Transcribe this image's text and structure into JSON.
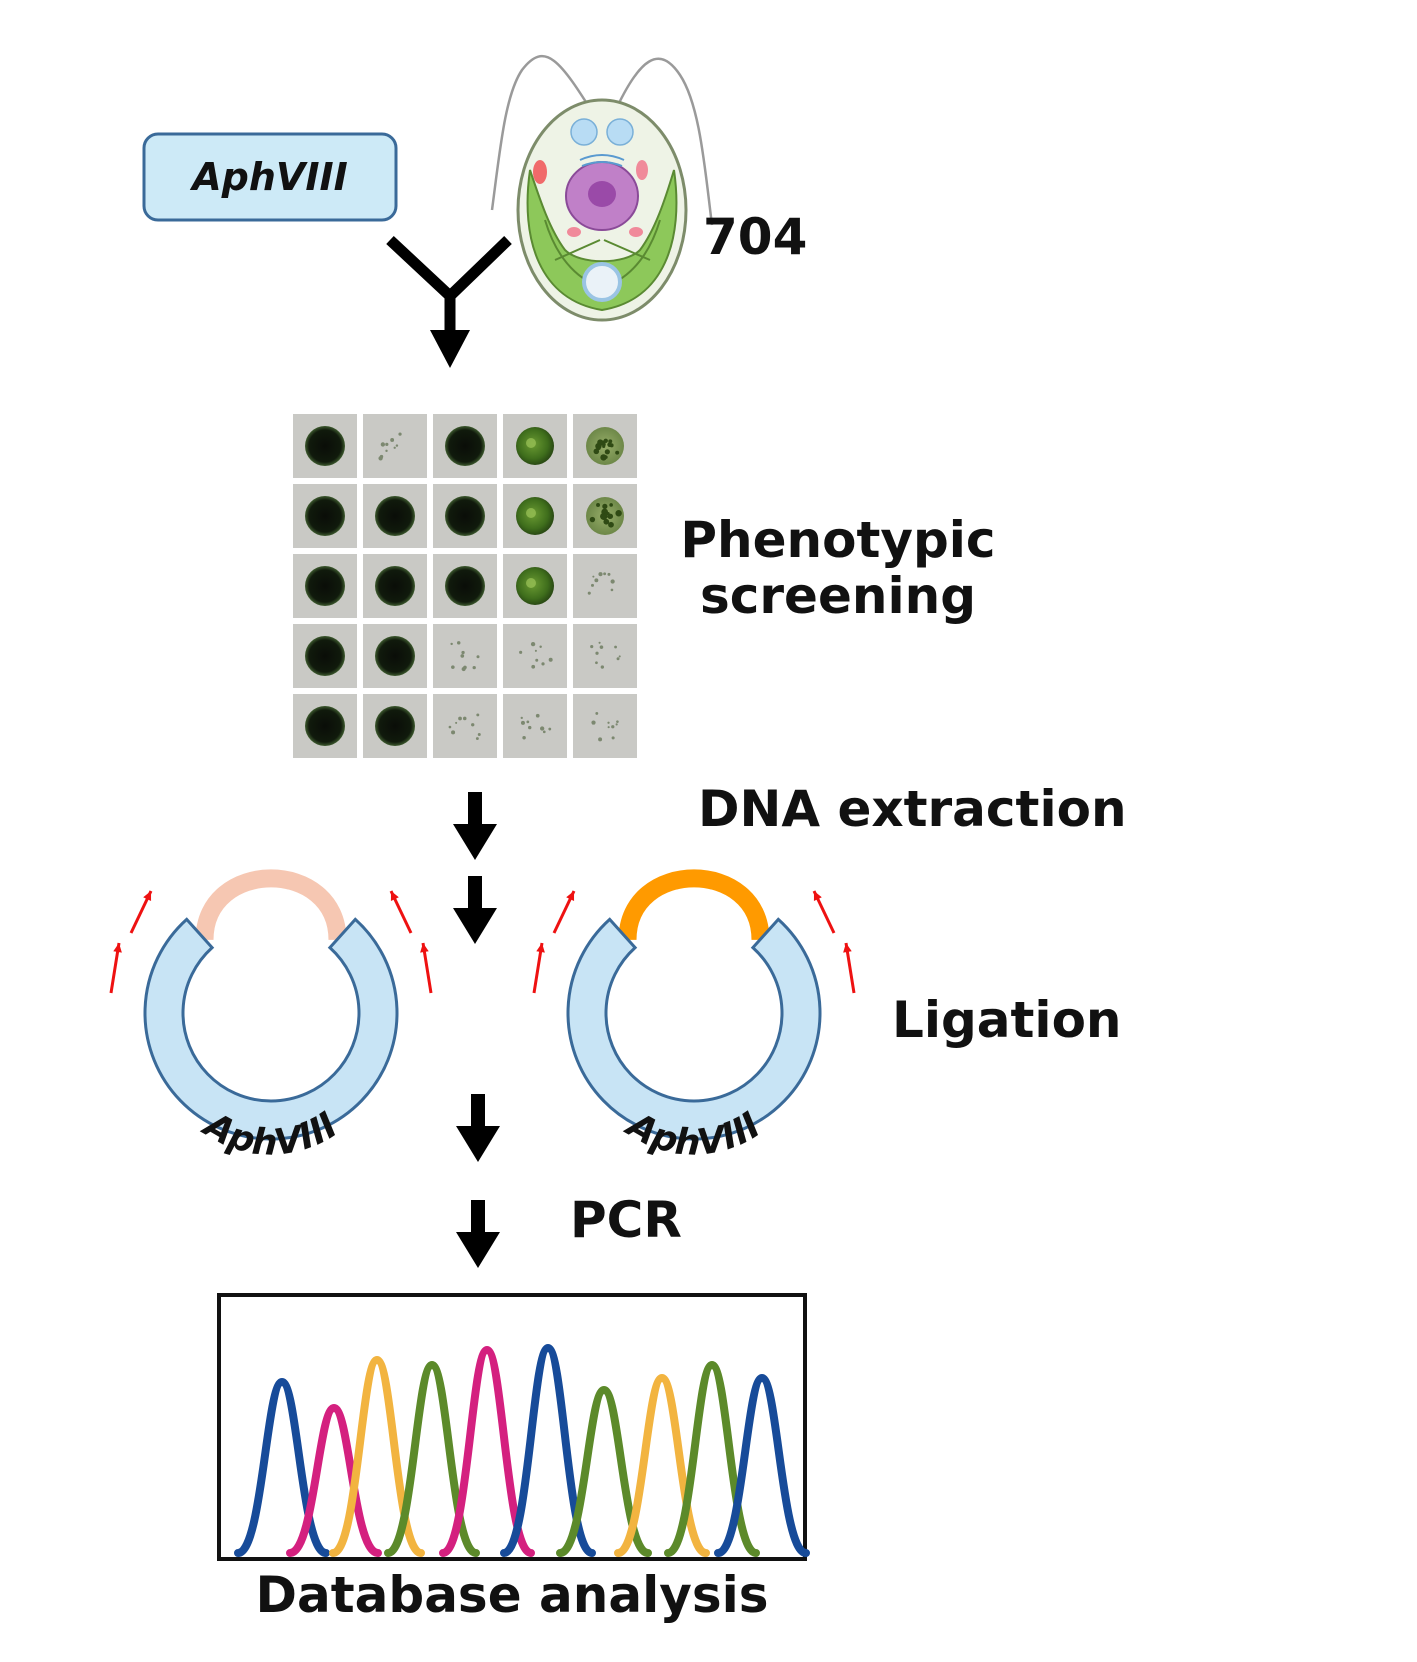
{
  "labels": {
    "marker_box": "AphVIII",
    "strain": "704",
    "step_screening_line1": "Phenotypic",
    "step_screening_line2": "screening",
    "step_dna": "DNA extraction",
    "step_ligation": "Ligation",
    "step_pcr": "PCR",
    "step_database": "Database analysis",
    "plasmid_left_label": "AphVIII",
    "plasmid_right_label": "AphVIII"
  },
  "colors": {
    "marker_box_fill": "#cdeaf7",
    "marker_box_stroke": "#3a6a99",
    "plasmid_fill": "#c8e4f5",
    "plasmid_stroke": "#3a6a99",
    "insert_light": "#f6c7b2",
    "insert_dark": "#ff9a00",
    "primer_arrow": "#ee1111",
    "trace_colors": [
      "#174b99",
      "#d4207f",
      "#f2b440",
      "#5c8a2a"
    ]
  },
  "colony_grid": {
    "rows": 5,
    "cols": 5,
    "cells": [
      [
        "dark",
        "empty",
        "dark",
        "green",
        "speckled"
      ],
      [
        "dark",
        "dark",
        "dark",
        "green",
        "speckled"
      ],
      [
        "dark",
        "dark",
        "dark",
        "green",
        "empty"
      ],
      [
        "dark",
        "dark",
        "empty",
        "empty",
        "empty"
      ],
      [
        "dark",
        "dark",
        "empty",
        "empty",
        "empty"
      ]
    ]
  },
  "chromatogram": {
    "peak_colors": [
      "blue",
      "magenta",
      "yellow",
      "green",
      "magenta",
      "blue",
      "green",
      "yellow",
      "green",
      "blue"
    ]
  }
}
